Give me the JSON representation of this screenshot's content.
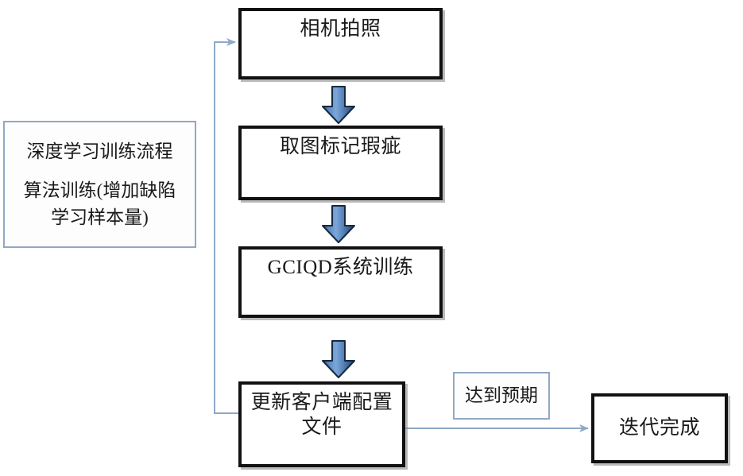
{
  "diagram": {
    "title_note": {
      "line1": "深度学习训练流程",
      "line2": "算法训练(增加缺陷\n学习样本量)"
    },
    "process_steps": [
      {
        "id": "step-camera-capture",
        "label": "相机拍照"
      },
      {
        "id": "step-mark-defects",
        "label": "取图标记瑕疵"
      },
      {
        "id": "step-gciqd-training",
        "label": "GCIQD系统训练"
      },
      {
        "id": "step-update-client-config",
        "label": "更新客户端配置\n文件"
      }
    ],
    "condition_label": "达到预期",
    "end_node": "迭代完成",
    "arrows": {
      "down_arrow_icon": "down-block-arrow",
      "feedback_arrow_icon": "feedback-loop-arrow",
      "forward_arrow_icon": "forward-arrow"
    },
    "colors": {
      "box_border": "#111111",
      "note_border": "#92a7c4",
      "arrow_blue_light": "#6f9bd1",
      "arrow_blue_dark": "#1f3f66",
      "connector_line": "#8ea9c9",
      "text": "#1a1a1a"
    }
  }
}
